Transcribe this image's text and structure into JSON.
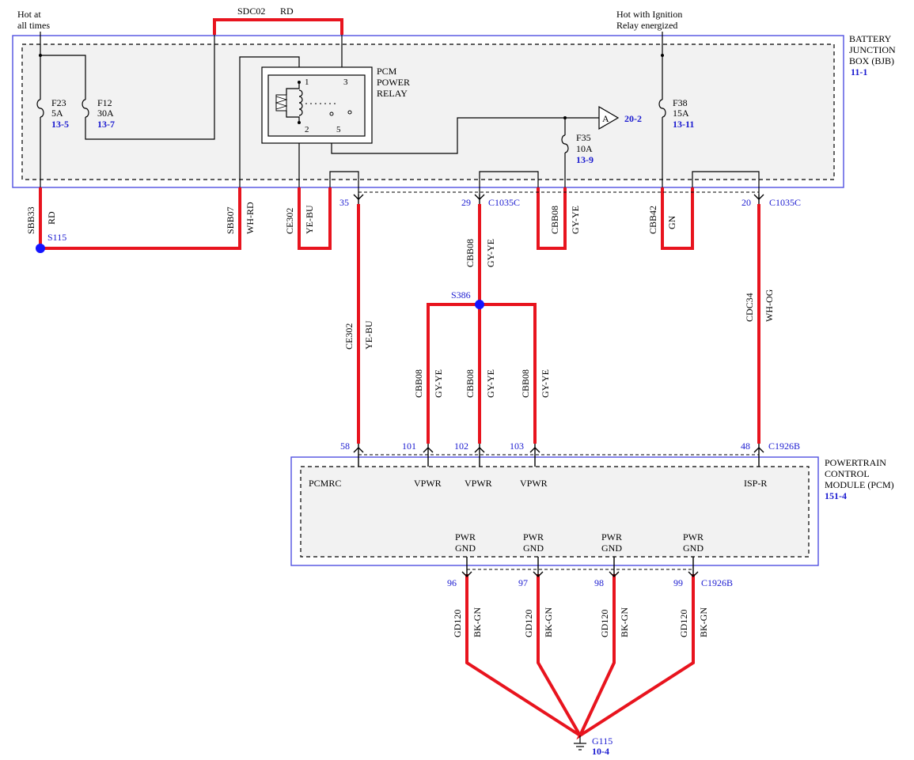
{
  "bjb": {
    "title_lines": [
      "BATTERY",
      "JUNCTION",
      "BOX (BJB)"
    ],
    "ref": "11-1",
    "hot_at_all_times": [
      "Hot at",
      "all times"
    ],
    "hot_ignition": [
      "Hot with Ignition",
      "Relay energized"
    ]
  },
  "relay": {
    "title_lines": [
      "PCM",
      "POWER",
      "RELAY"
    ],
    "pins": [
      "1",
      "2",
      "3",
      "5"
    ]
  },
  "fuses": [
    {
      "id": "F23",
      "rating": "5A",
      "ref": "13-5"
    },
    {
      "id": "F12",
      "rating": "30A",
      "ref": "13-7"
    },
    {
      "id": "F38",
      "rating": "15A",
      "ref": "13-11"
    },
    {
      "id": "F35",
      "rating": "10A",
      "ref": "13-9"
    }
  ],
  "offpage": {
    "letter": "A",
    "ref": "20-2"
  },
  "top_jumper": {
    "circuit": "SDC02",
    "color": "RD"
  },
  "wires": [
    {
      "circuit": "SBB33",
      "color": "RD"
    },
    {
      "circuit": "SBB07",
      "color": "WH-RD"
    },
    {
      "circuit": "CE302",
      "color": "YE-BU"
    },
    {
      "circuit": "CBB08",
      "color": "GY-YE"
    },
    {
      "circuit": "CBB42",
      "color": "GN"
    },
    {
      "circuit": "CBB08",
      "color": "GY-YE"
    },
    {
      "circuit": "CE302",
      "color": "YE-BU"
    },
    {
      "circuit": "CDC34",
      "color": "WH-OG"
    },
    {
      "circuit": "CBB08",
      "color": "GY-YE"
    },
    {
      "circuit": "CBB08",
      "color": "GY-YE"
    },
    {
      "circuit": "CBB08",
      "color": "GY-YE"
    },
    {
      "circuit": "GD120",
      "color": "BK-GN"
    },
    {
      "circuit": "GD120",
      "color": "BK-GN"
    },
    {
      "circuit": "GD120",
      "color": "BK-GN"
    },
    {
      "circuit": "GD120",
      "color": "BK-GN"
    }
  ],
  "splices": {
    "s115": "S115",
    "s386": "S386"
  },
  "bjb_pins": {
    "p35": "35",
    "p29": "29",
    "p20": "20",
    "connector": "C1035C"
  },
  "pcm": {
    "title_lines": [
      "POWERTRAIN",
      "CONTROL",
      "MODULE (PCM)"
    ],
    "ref": "151-4",
    "connector": "C1926B",
    "top_pins": [
      "58",
      "101",
      "102",
      "103",
      "48"
    ],
    "top_labels": [
      "PCMRC",
      "VPWR",
      "VPWR",
      "VPWR",
      "ISP-R"
    ],
    "gnd_pins": [
      "96",
      "97",
      "98",
      "99"
    ],
    "gnd_label": [
      "PWR",
      "GND"
    ]
  },
  "ground": {
    "id": "G115",
    "ref": "10-4"
  },
  "colors": {
    "wire": "#e8141e",
    "ref_text": "#1a1ad0",
    "box_outline": "#5050e0",
    "box_fill": "#f2f2f2"
  }
}
